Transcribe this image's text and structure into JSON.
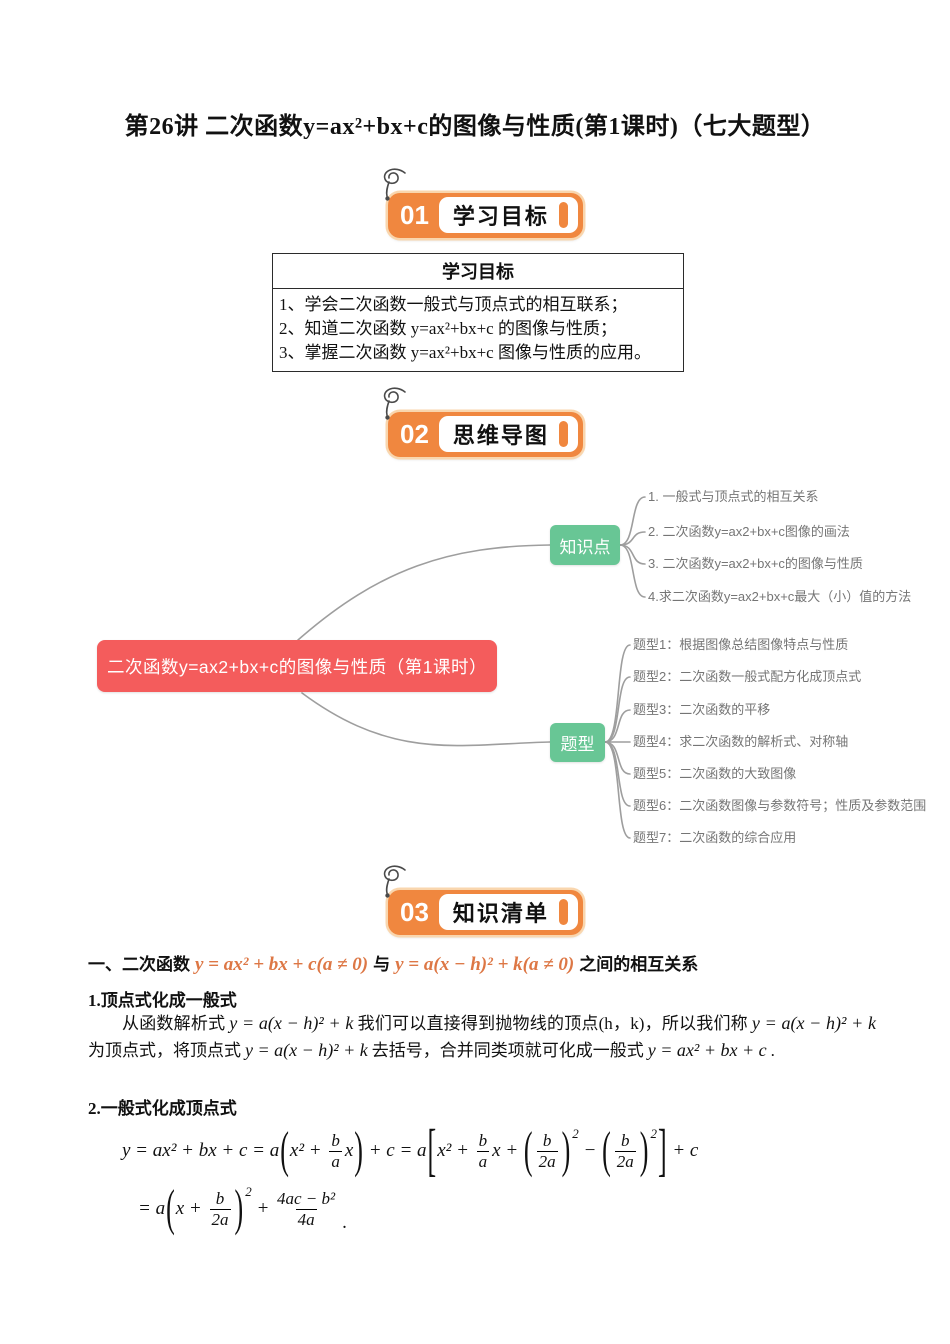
{
  "page": {
    "title": "第26讲 二次函数y=ax²+bx+c的图像与性质(第1课时)（七大题型）"
  },
  "sections": {
    "s1": {
      "num": "01",
      "label": "学习目标"
    },
    "s2": {
      "num": "02",
      "label": "思维导图"
    },
    "s3": {
      "num": "03",
      "label": "知识清单"
    }
  },
  "objectives": {
    "header": "学习目标",
    "items": [
      "1、学会二次函数一般式与顶点式的相互联系；",
      "2、知道二次函数 y=ax²+bx+c 的图像与性质；",
      "3、掌握二次函数 y=ax²+bx+c 图像与性质的应用。"
    ]
  },
  "mindmap": {
    "root": "二次函数y=ax2+bx+c的图像与性质（第1课时）",
    "knowledge": {
      "label": "知识点",
      "items": [
        "1. 一般式与顶点式的相互关系",
        "2. 二次函数y=ax2+bx+c图像的画法",
        "3. 二次函数y=ax2+bx+c的图像与性质",
        "4.求二次函数y=ax2+bx+c最大（小）值的方法"
      ]
    },
    "types": {
      "label": "题型",
      "items": [
        "题型1：根据图像总结图像特点与性质",
        "题型2：二次函数一般式配方化成顶点式",
        "题型3：二次函数的平移",
        "题型4：求二次函数的解析式、对称轴",
        "题型5：二次函数的大致图像",
        "题型6：二次函数图像与参数符号；性质及参数范围",
        "题型7：二次函数的综合应用"
      ]
    }
  },
  "knowledge_list": {
    "h1_prefix": "一、二次函数",
    "h1_f1": "y = ax² + bx + c(a ≠ 0)",
    "h1_mid": "与",
    "h1_f2": "y = a(x − h)² + k(a ≠ 0)",
    "h1_suffix": "之间的相互关系",
    "sub1": "1.顶点式化成一般式",
    "p1": {
      "t1": "从函数解析式",
      "f1": "y = a(x − h)² + k",
      "t2": "我们可以直接得到抛物线的顶点(h，k)，所以我们称",
      "f2": "y = a(x − h)² + k",
      "t3": "为顶点式，将顶点式",
      "f3": "y = a(x − h)² + k",
      "t4": "去括号，合并同类项就可化成一般式",
      "f4": "y = ax² + bx + c",
      "t5": "."
    },
    "sub2": "2.一般式化成顶点式"
  },
  "derivation": {
    "lp": "(",
    "rp": ")",
    "lb": "[",
    "rb": "]",
    "sup": "2",
    "period": ".",
    "line1": {
      "t1": "y = ax² + bx + c = a",
      "t2": "x² + ",
      "t3": "x",
      "t4": " + c = a",
      "t5": "x² + ",
      "t6": "x + ",
      "t7": " − ",
      "t8": " + c"
    },
    "line2": {
      "t1": "= a",
      "t2": "x + ",
      "t3": " + "
    },
    "frac_ba": {
      "num": "b",
      "den": "a"
    },
    "frac_b2a": {
      "num": "b",
      "den": "2a"
    },
    "frac_4ac": {
      "num": "4ac − b²",
      "den": "4a"
    }
  },
  "colors": {
    "badge_orange": "#f0873f",
    "root_node_red": "#f45c5c",
    "branch_node_green": "#68c695",
    "formula_orange": "#dd7745",
    "mindmap_line_gray": "#9e9e9e"
  }
}
